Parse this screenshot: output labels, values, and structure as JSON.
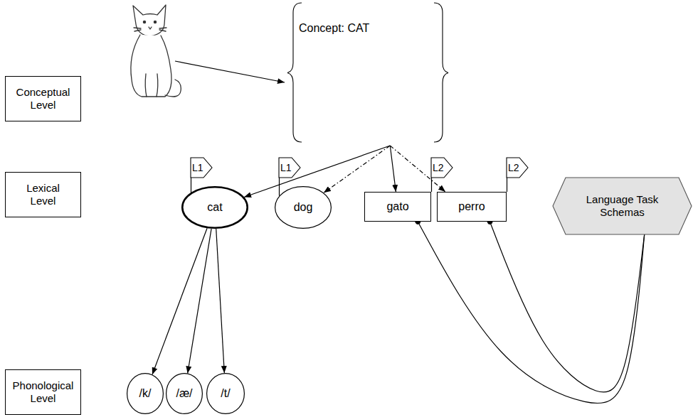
{
  "diagram": {
    "nodes": [
      {
        "text": [
          "Conceptual Level"
        ]
      },
      {
        "text": [
          "Concept: CAT"
        ]
      },
      {
        "text": [
          "L1"
        ]
      },
      {
        "text": [
          "L1"
        ]
      },
      {
        "text": [
          "L2"
        ]
      },
      {
        "text": [
          "L2"
        ]
      },
      {
        "text": [
          "Lexical Level"
        ]
      },
      {
        "text": [
          "cat"
        ]
      },
      {
        "text": [
          "dog"
        ]
      },
      {
        "text": [
          "gato"
        ]
      },
      {
        "text": [
          "perro"
        ]
      },
      {
        "text": [
          "Language Task Schemas"
        ]
      },
      {
        "text": [
          "Phonological Level"
        ]
      },
      {
        "text": [
          "/k/"
        ]
      },
      {
        "text": [
          "/æ/"
        ]
      },
      {
        "text": [
          "/t/"
        ]
      }
    ],
    "edges": [
      {
        "from": 1,
        "to": 7,
        "arrow": "to"
      },
      {
        "from": 1,
        "to": 8,
        "arrow": "to"
      },
      {
        "from": 1,
        "to": 9,
        "arrow": "to"
      },
      {
        "from": 1,
        "to": 10,
        "arrow": "to"
      },
      {
        "from": 2,
        "to": 7,
        "arrow": "none"
      },
      {
        "from": 3,
        "to": 8,
        "arrow": "none"
      },
      {
        "from": 4,
        "to": 9,
        "arrow": "none"
      },
      {
        "from": 5,
        "to": 10,
        "arrow": "none"
      },
      {
        "from": 7,
        "to": 13,
        "arrow": "to"
      },
      {
        "from": 7,
        "to": 14,
        "arrow": "to"
      },
      {
        "from": 7,
        "to": 15,
        "arrow": "to"
      },
      {
        "from": 11,
        "to": 9,
        "arrow": "to"
      },
      {
        "from": 11,
        "to": 10,
        "arrow": "to"
      }
    ]
  }
}
